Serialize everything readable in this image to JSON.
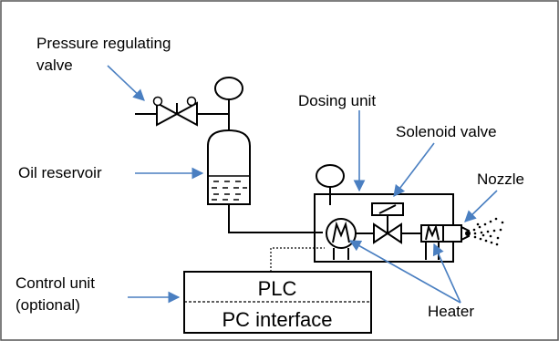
{
  "labels": {
    "pressure_valve": [
      "Pressure regulating",
      "valve"
    ],
    "dosing_unit": "Dosing unit",
    "solenoid_valve": "Solenoid valve",
    "oil_reservoir": "Oil reservoir",
    "nozzle": "Nozzle",
    "control_unit": [
      "Control unit",
      "(optional)"
    ],
    "heater": "Heater"
  },
  "plc": {
    "top": "PLC",
    "bottom": "PC interface"
  },
  "colors": {
    "arrow": "#4a7fc1",
    "line": "#000000",
    "frame": "#555555"
  }
}
